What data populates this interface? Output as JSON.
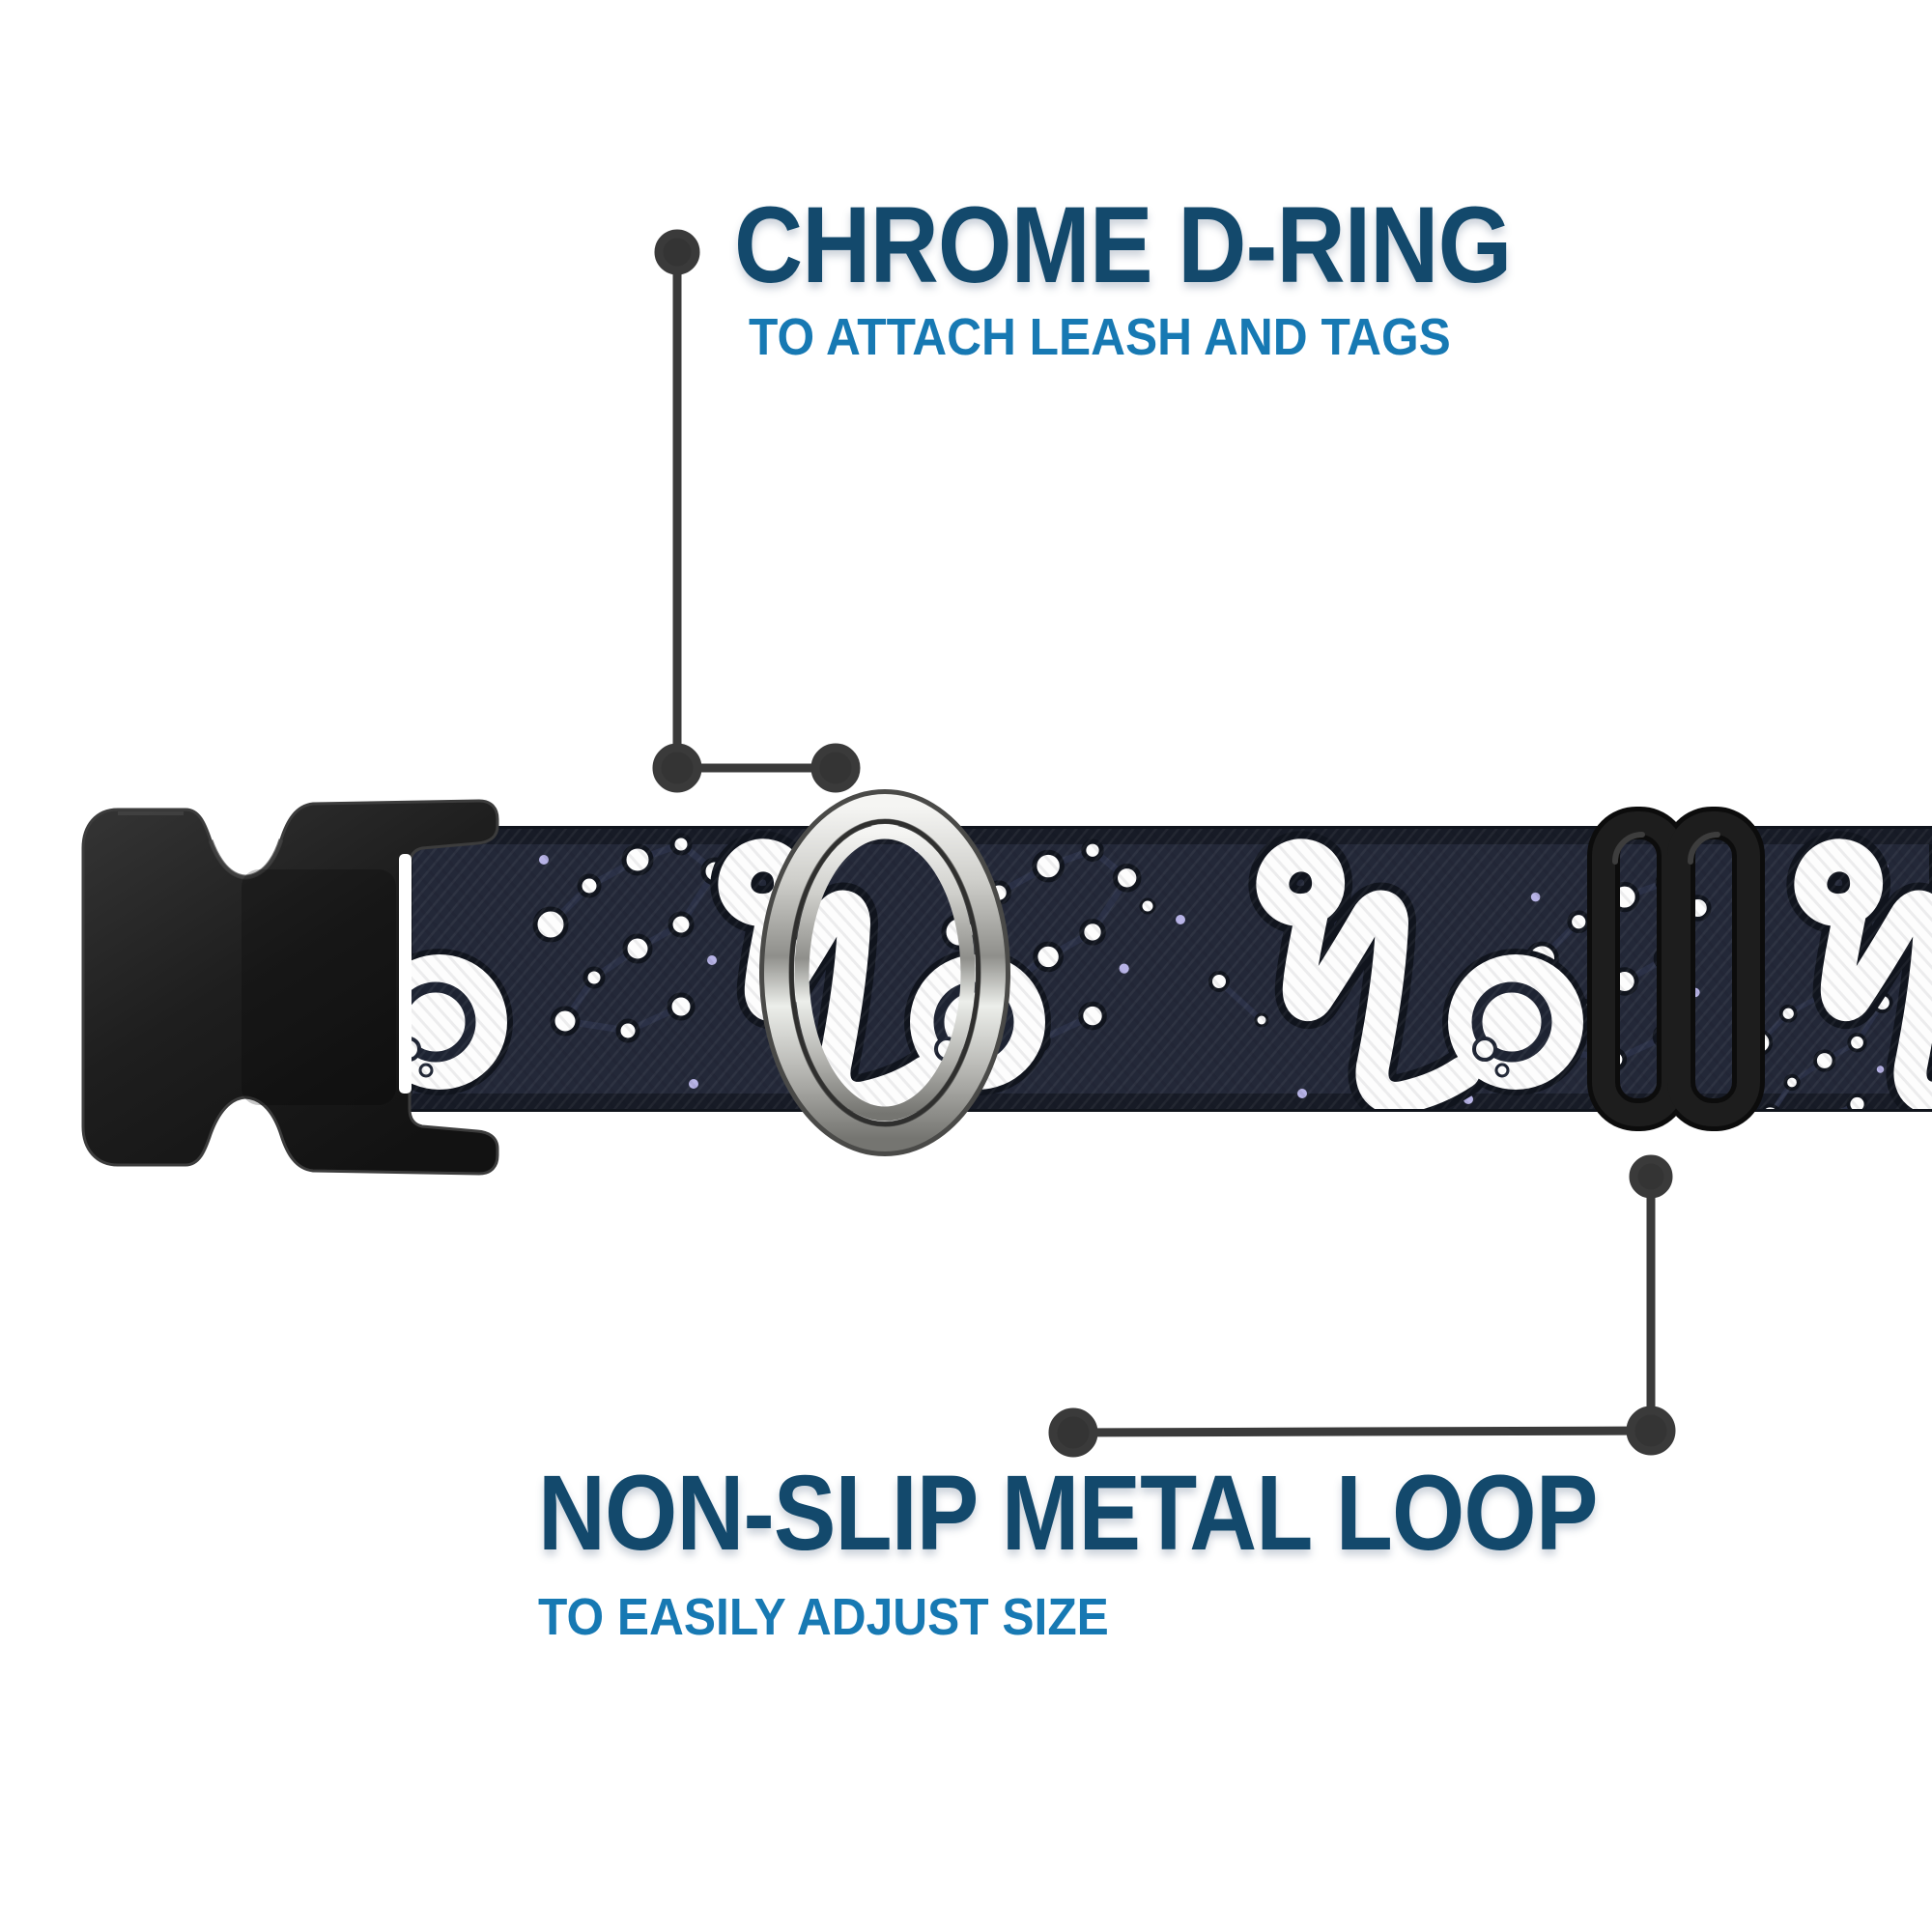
{
  "callouts": {
    "d_ring": {
      "title": "CHROME D-RING",
      "subtitle": "TO ATTACH LEASH AND TAGS"
    },
    "metal_loop": {
      "title": "NON-SLIP METAL LOOP",
      "subtitle": "TO EASILY ADJUST SIZE"
    }
  },
  "colors": {
    "title_text": "#13496C",
    "subtitle_text": "#1779B3",
    "callout_line": "#3A3A3A",
    "webbing_navy": "#232838",
    "pattern_white": "#FDFDFD",
    "constellation_line": "#2B3147",
    "star_lavender": "#B7B3E6",
    "buckle_black": "#1F1F1F",
    "chrome_light": "#F2F2F0",
    "chrome_dark": "#7C7C78",
    "background": "#FFFFFF"
  },
  "icons": {
    "buckle": "side-release-buckle-icon",
    "d_ring": "chrome-d-ring-icon",
    "metal_loop": "slider-loop-icon",
    "pattern": "capricorn-constellation-pattern"
  }
}
